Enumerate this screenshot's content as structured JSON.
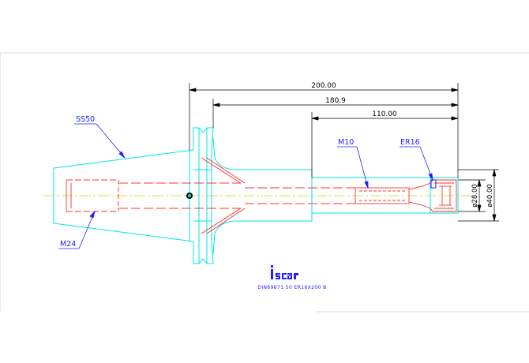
{
  "drawing": {
    "dimensions": {
      "overall_length": "200.00",
      "length_2": "180.9",
      "length_3": "110.00",
      "diameter_1": "ø28.00",
      "diameter_2": "ø40.00"
    },
    "callouts": {
      "taper": "SS50",
      "rear_thread": "M24",
      "front_thread": "M10",
      "collet": "ER16"
    },
    "designation": "DIN69871 50 ER16X200 B",
    "logo_text": "iscar"
  },
  "colors": {
    "body_outline": "#00e5e5",
    "hidden_lines": "#ff3030",
    "dimension_lines": "#000000",
    "callout_leaders": "#2020ff",
    "center_line": "#d4d400"
  }
}
